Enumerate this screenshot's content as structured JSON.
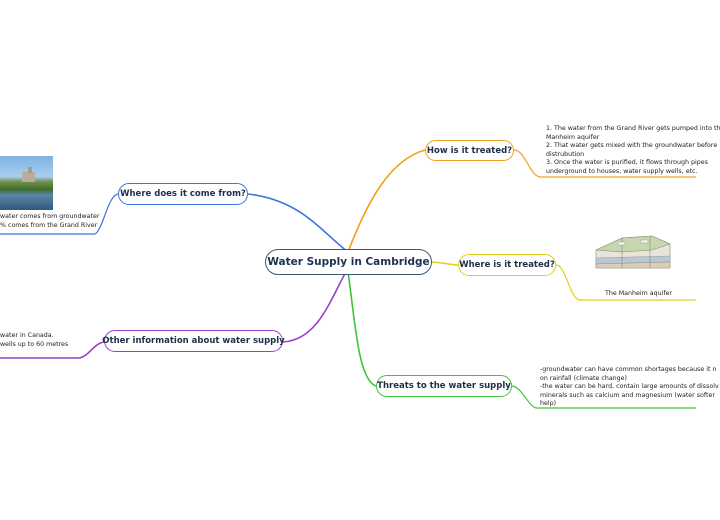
{
  "central": {
    "label": "Water Supply in Cambridge"
  },
  "branches": [
    {
      "key": "where_from",
      "label": "Where does it come from?",
      "color": "#3b74e0",
      "notes": [
        "water comes from groundwater",
        "% comes from the Grand River"
      ]
    },
    {
      "key": "other_info",
      "label": "Other information about water supply",
      "color": "#9a3fc8",
      "notes": [
        "water in Canada.",
        "wells up to 60 metres"
      ]
    },
    {
      "key": "how_treated",
      "label": "How is it treated?",
      "color": "#f0a020",
      "notes": [
        "1. The water from the Grand River gets pumped into th",
        "Manheim aquifer",
        "2. That water gets mixed with the groundwater before",
        "distrubution",
        "3. Once the water is purified, it flows through pipes",
        "underground to houses, water supply wells, etc."
      ]
    },
    {
      "key": "where_treated",
      "label": "Where is it treated?",
      "color": "#e0d01a",
      "caption": "The Manheim aquifer"
    },
    {
      "key": "threats",
      "label": "Threats to the water supply",
      "color": "#3ec43a",
      "notes": [
        "-groundwater can have common shortages because it n",
        "on rainfall (climate change)",
        "-the water can be hard, contain large amounts of dissolv",
        "minerals such as calcium and magnesium (water softer",
        "help)"
      ]
    }
  ]
}
